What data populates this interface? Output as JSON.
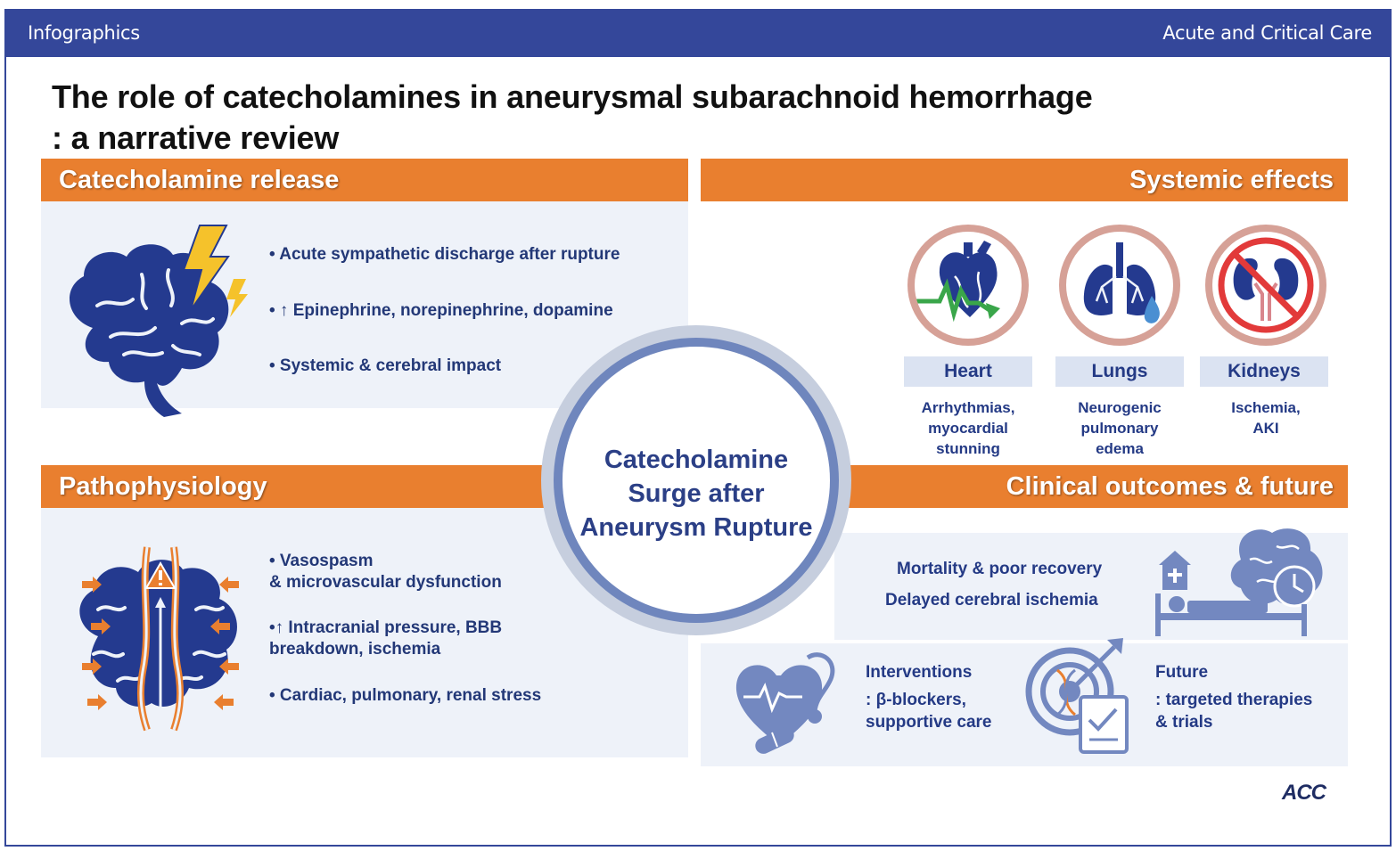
{
  "header": {
    "left_label": "Infographics",
    "right_label": "Acute and Critical Care"
  },
  "title": {
    "line1": "The role of catecholamines in aneurysmal subarachnoid hemorrhage",
    "line2": ": a narrative review"
  },
  "center": {
    "line1": "Catecholamine",
    "line2": "Surge after",
    "line3": "Aneurysm Rupture"
  },
  "release": {
    "heading": "Catecholamine release",
    "bullets": [
      "• Acute sympathetic discharge after rupture",
      "• ↑ Epinephrine, norepinephrine, dopamine",
      "• Systemic & cerebral impact"
    ]
  },
  "systemic": {
    "heading": "Systemic effects",
    "organs": [
      {
        "name": "Heart",
        "desc": [
          "Arrhythmias,",
          "myocardial",
          "stunning"
        ],
        "icon": "heart-icon"
      },
      {
        "name": "Lungs",
        "desc": [
          "Neurogenic",
          "pulmonary",
          "edema"
        ],
        "icon": "lungs-icon"
      },
      {
        "name": "Kidneys",
        "desc": [
          "Ischemia,",
          "AKI"
        ],
        "icon": "kidneys-icon"
      }
    ]
  },
  "patho": {
    "heading": "Pathophysiology",
    "bullets": [
      "• Vasospasm",
      "& microvascular dysfunction",
      "•↑ Intracranial pressure, BBB",
      "breakdown, ischemia",
      "• Cardiac, pulmonary, renal stress"
    ]
  },
  "clinical": {
    "heading": "Clinical outcomes & future",
    "outcome1": "Mortality & poor recovery",
    "outcome2": "Delayed cerebral ischemia",
    "interventions_title": "Interventions",
    "interventions_line1": ": β-blockers,",
    "interventions_line2": "supportive care",
    "future_title": "Future",
    "future_line1": ": targeted therapies",
    "future_line2": "& trials"
  },
  "logo": "ACC",
  "colors": {
    "navy": "#34479a",
    "orange": "#e97f2f",
    "text_blue": "#243a85",
    "panel_bg": "#eef2f9"
  }
}
